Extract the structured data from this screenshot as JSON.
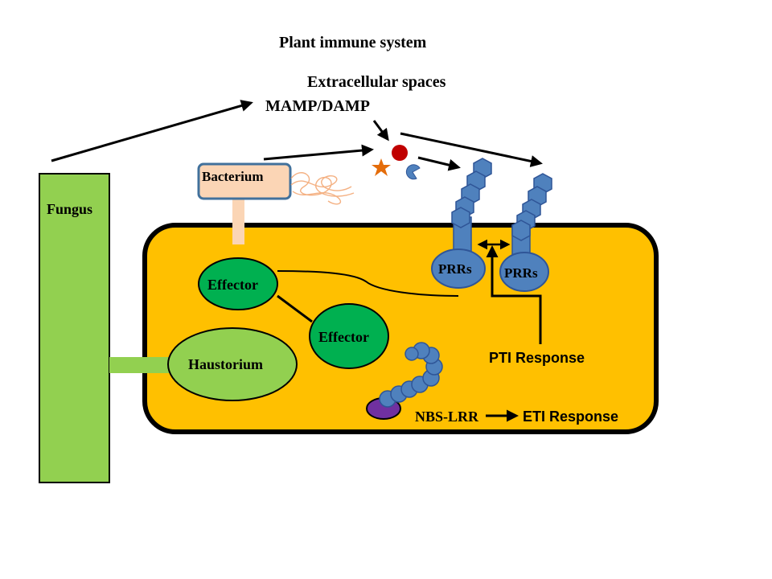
{
  "title": "Plant immune system",
  "labels": {
    "extracellular": "Extracellular spaces",
    "mamp": "MAMP/DAMP",
    "fungus": "Fungus",
    "bacterium": "Bacterium",
    "effector_1": "Effector",
    "effector_2": "Effector",
    "haustorium": "Haustorium",
    "prr_1": "PRRs",
    "prr_2": "PRRs",
    "pti": "PTI Response",
    "nbs_lrr": "NBS-LRR",
    "eti": "ETI Response"
  },
  "colors": {
    "cell": "#ffc000",
    "fungus": "#92d050",
    "bacterium": "#fbd5b5",
    "effector": "#00b050",
    "receptor": "#4f81bd",
    "receptor_dark": "#2f5597",
    "nbs_base": "#7030a0",
    "damp_dot": "#c00000",
    "star": "#e46c0a"
  }
}
